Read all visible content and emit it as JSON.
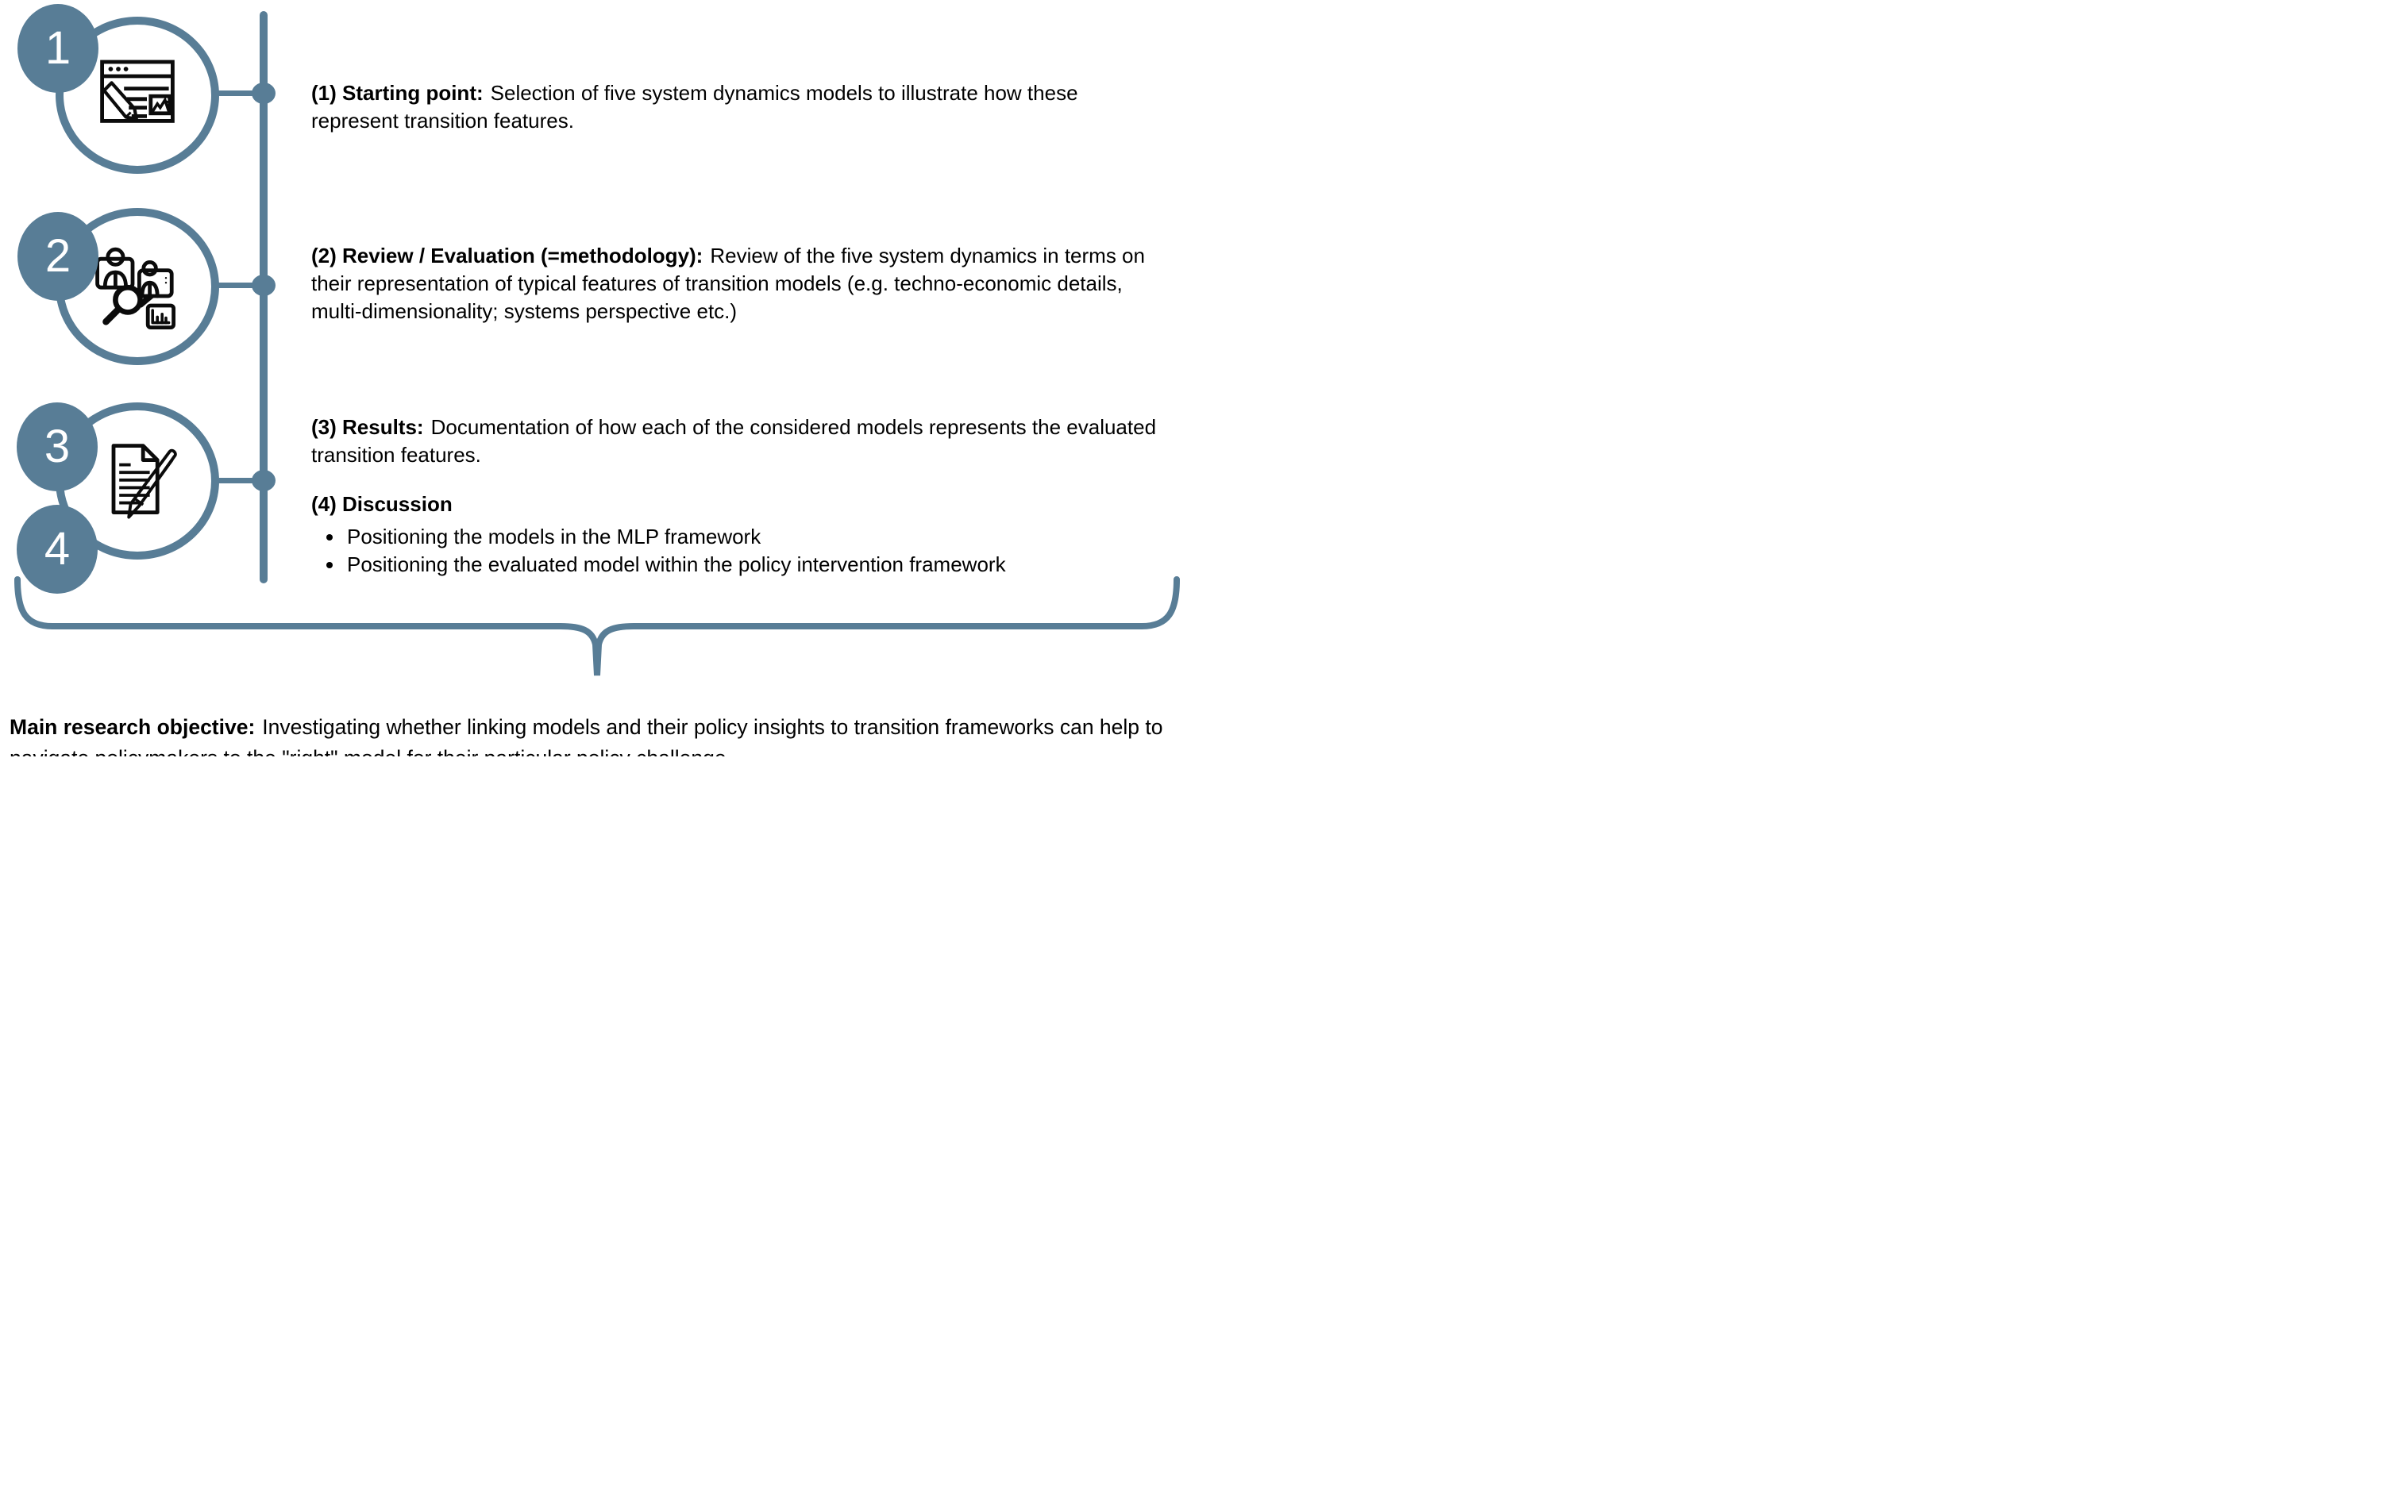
{
  "colors": {
    "accent": "#587d96",
    "icon_line": "#0b0b0b",
    "text": "#000000",
    "background": "#ffffff"
  },
  "steps": [
    {
      "number": "1",
      "lead": "(1) Starting point:",
      "body": "Selection of five system dynamics models to illustrate how these represent transition features.",
      "icon": "browser-edit-icon"
    },
    {
      "number": "2",
      "lead": "(2) Review / Evaluation (=methodology):",
      "body": "Review of the five system dynamics in terms on their representation of typical features of transition models (e.g. techno-economic details, multi-dimensionality; systems perspective etc.)",
      "icon": "people-search-icon"
    },
    {
      "number": "3",
      "lead": "(3) Results:",
      "body": "Documentation of how each of the considered models represents the evaluated transition features.",
      "icon": "document-pen-icon"
    },
    {
      "number": "4",
      "lead": "(4) Discussion",
      "bullets": [
        "Positioning the models in the MLP framework",
        "Positioning the evaluated model within the policy intervention framework"
      ],
      "icon": "document-pen-icon"
    }
  ],
  "footer": {
    "lead": "Main research objective:",
    "body": "Investigating whether linking models and their policy insights to transition frameworks can help to navigate policymakers to the \"right\" model for their particular policy challenge."
  }
}
